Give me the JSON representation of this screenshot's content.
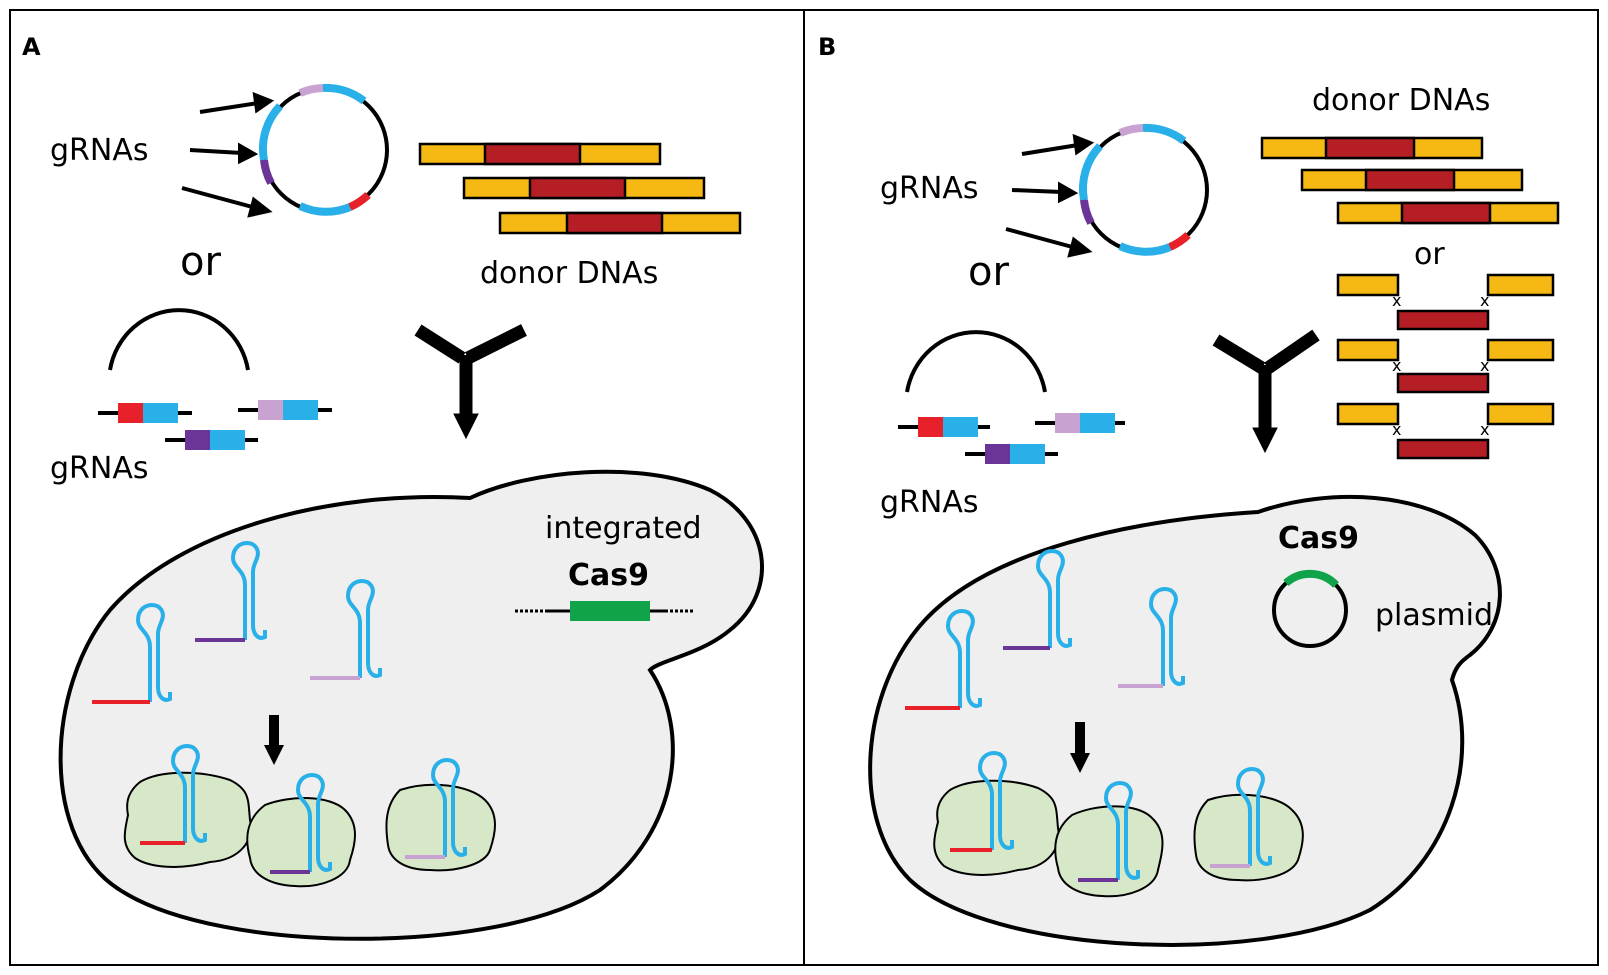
{
  "panels": [
    {
      "letter": "A",
      "grna_top_label": "gRNAs",
      "or_label": "or",
      "grna_bottom_label": "gRNAs",
      "donor_label": "donor DNAs",
      "cas9_top_label": "integrated",
      "cas9_label": "Cas9"
    },
    {
      "letter": "B",
      "grna_top_label": "gRNAs",
      "or_label": "or",
      "grna_bottom_label": "gRNAs",
      "donor_label": "donor DNAs",
      "donor_or_label": "or",
      "cas9_label": "Cas9",
      "plasmid_label": "plasmid",
      "junction_mark": "x"
    }
  ],
  "colors": {
    "cyan": "#29b0e8",
    "red": "#e8202a",
    "purple": "#6a3596",
    "lilac": "#c8a2d0",
    "donor_yellow": "#f6b812",
    "donor_red": "#b51e24",
    "cas9_green": "#10a34a",
    "cell_gray": "#efefef",
    "complex_green": "#d6e8c8"
  }
}
